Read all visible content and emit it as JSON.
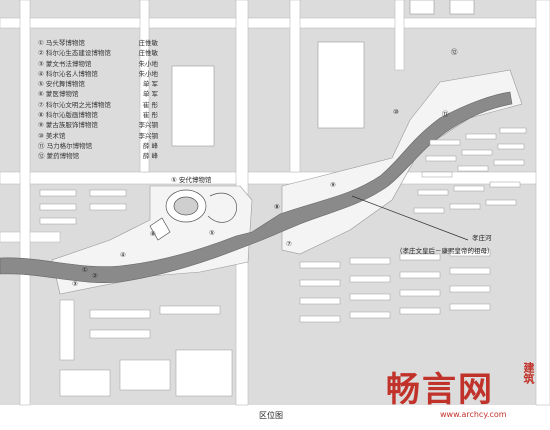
{
  "legend": [
    {
      "num": "①",
      "name": "马头琴博物馆",
      "person": "庄惟敏"
    },
    {
      "num": "②",
      "name": "科尔沁生态建设博物馆",
      "person": "庄惟敏"
    },
    {
      "num": "③",
      "name": "蒙文书法博物馆",
      "person": "朱小地"
    },
    {
      "num": "④",
      "name": "科尔沁名人博物馆",
      "person": "朱小地"
    },
    {
      "num": "⑤",
      "name": "安代舞博物馆",
      "person": "单 军"
    },
    {
      "num": "⑥",
      "name": "蒙医博物馆",
      "person": "单 军"
    },
    {
      "num": "⑦",
      "name": "科尔沁文明之光博物馆",
      "person": "崔 彤"
    },
    {
      "num": "⑧",
      "name": "科尔沁版画博物馆",
      "person": "崔 彤"
    },
    {
      "num": "⑨",
      "name": "蒙古族服饰博物馆",
      "person": "李兴钢"
    },
    {
      "num": "⑩",
      "name": "美术馆",
      "person": "李兴钢"
    },
    {
      "num": "⑪",
      "name": "马力格尔博物馆",
      "person": "薛 峰"
    },
    {
      "num": "⑫",
      "name": "蒙药博物馆",
      "person": "薛 峰"
    }
  ],
  "labels": {
    "andai": "⑤ 安代博物馆",
    "river": "孝庄河",
    "river_note": "（孝庄文皇后－康熙皇帝的祖母）"
  },
  "numbers": [
    "①",
    "②",
    "③",
    "④",
    "⑤",
    "⑥",
    "⑦",
    "⑧",
    "⑨",
    "⑩",
    "⑪",
    "⑫"
  ],
  "caption": "区位图",
  "watermark": {
    "brand": "畅言网",
    "side": "建筑",
    "url": "www.archcy.com"
  },
  "colors": {
    "river": "#8a8a8a",
    "block": "#dcdcdc",
    "road": "#ffffff",
    "building": "#ffffff",
    "watermark": "#c0322a"
  }
}
